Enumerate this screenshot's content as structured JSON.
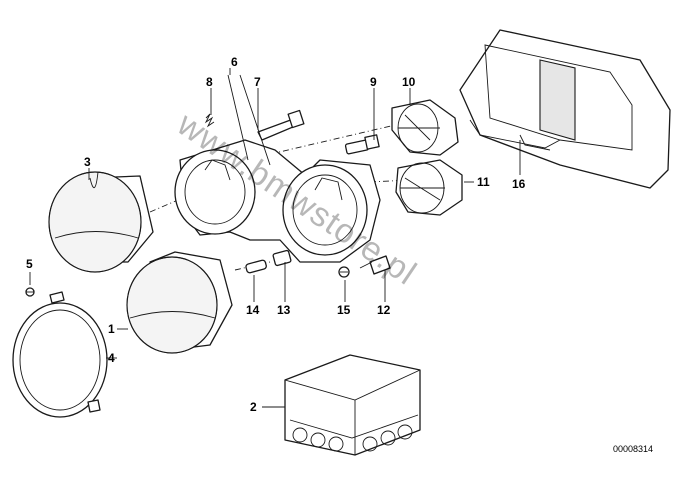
{
  "callouts": {
    "c1": "1",
    "c2": "2",
    "c3": "3",
    "c4": "4",
    "c5": "5",
    "c6": "6",
    "c7": "7",
    "c8": "8",
    "c9": "9",
    "c10": "10",
    "c11": "11",
    "c12": "12",
    "c13": "13",
    "c14": "14",
    "c15": "15",
    "c16": "16"
  },
  "diagram_code": "00008314",
  "watermark": "www.bmwstore.pl"
}
